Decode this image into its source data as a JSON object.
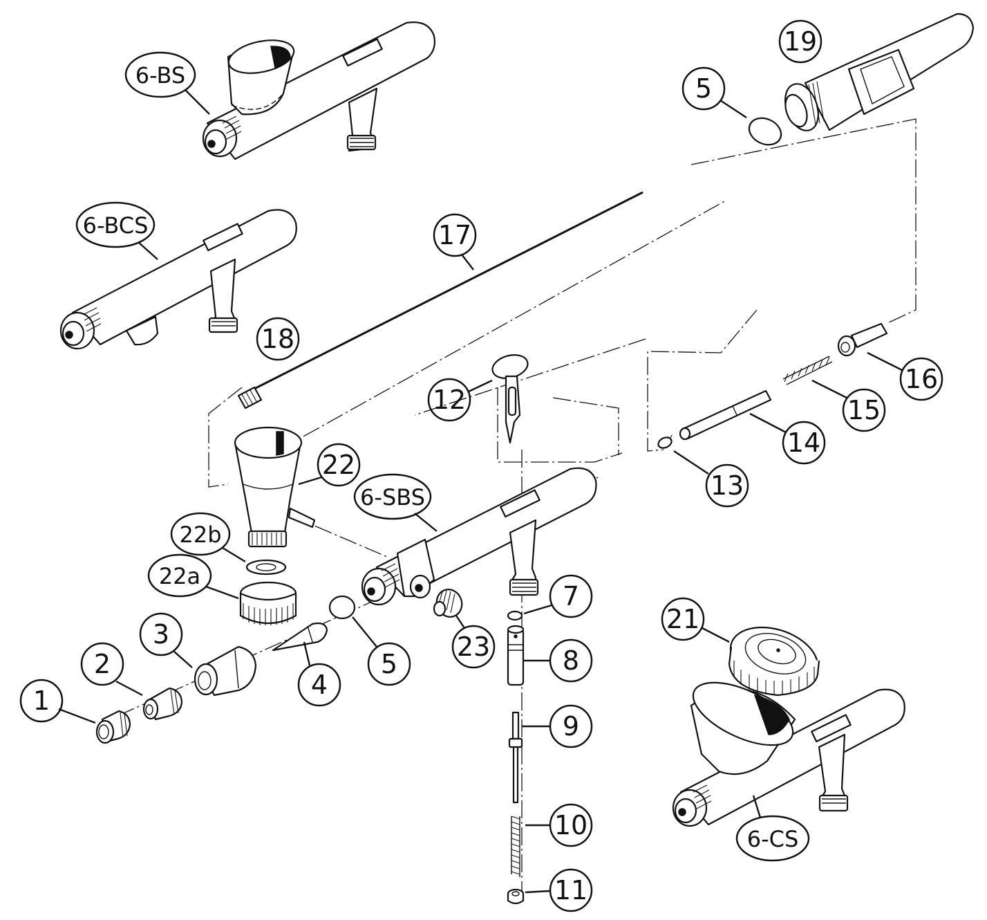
{
  "labels": {
    "b6BS": "6-BS",
    "b6BCS": "6-BCS",
    "b6SBS": "6-SBS",
    "b6CS": "6-CS",
    "p1": "1",
    "p2": "2",
    "p3": "3",
    "p4": "4",
    "p5a": "5",
    "p5b": "5",
    "p7": "7",
    "p8": "8",
    "p9": "9",
    "p10": "10",
    "p11": "11",
    "p12": "12",
    "p13": "13",
    "p14": "14",
    "p15": "15",
    "p16": "16",
    "p17": "17",
    "p18": "18",
    "p19": "19",
    "p21": "21",
    "p22": "22",
    "p22a": "22a",
    "p22b": "22b",
    "p23": "23"
  },
  "colors": {
    "ink": "#111111",
    "paper": "#ffffff"
  }
}
